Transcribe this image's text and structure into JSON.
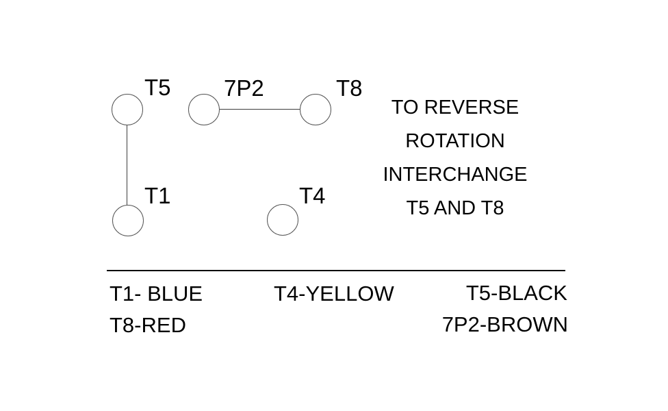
{
  "diagram": {
    "terminals": [
      {
        "id": "T5",
        "label": "T5"
      },
      {
        "id": "T1",
        "label": "T1"
      },
      {
        "id": "7P2",
        "label": "7P2"
      },
      {
        "id": "T8",
        "label": "T8"
      },
      {
        "id": "T4",
        "label": "T4"
      }
    ],
    "connections": [
      {
        "from": "T5",
        "to": "T1"
      },
      {
        "from": "7P2",
        "to": "T8"
      }
    ],
    "note": {
      "lines": [
        "TO REVERSE",
        "ROTATION",
        "INTERCHANGE",
        "T5 AND T8"
      ]
    }
  },
  "legend": {
    "entries": [
      {
        "text": "T1- BLUE"
      },
      {
        "text": "T4-YELLOW"
      },
      {
        "text": "T5-BLACK"
      },
      {
        "text": "T8-RED"
      },
      {
        "text": "7P2-BROWN"
      }
    ]
  },
  "colors": {
    "background": "#ffffff",
    "text": "#000000",
    "circle_stroke": "#555555",
    "wire": "#3c3c3c",
    "divider": "#000000"
  }
}
